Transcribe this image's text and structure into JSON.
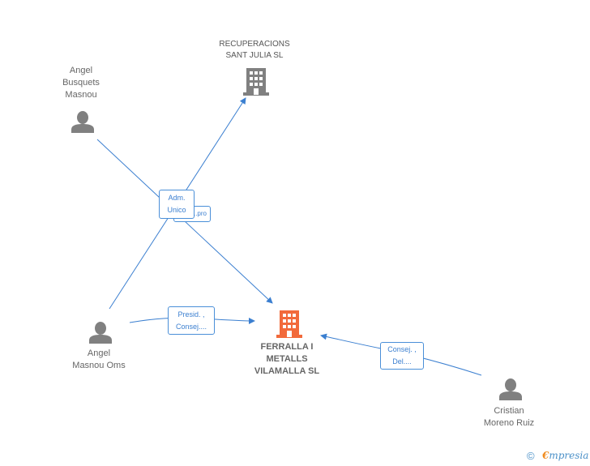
{
  "nodes": {
    "recuperaciones": {
      "line1": "RECUPERACIONS",
      "line2": "SANT JULIA  SL"
    },
    "angel_busquets": {
      "line1": "Angel",
      "line2": "Busquets",
      "line3": "Masnou"
    },
    "angel_masnou": {
      "line1": "Angel",
      "line2": "Masnou Oms"
    },
    "ferralla": {
      "line1": "FERRALLA I",
      "line2": "METALLS",
      "line3": "VILAMALLA SL"
    },
    "cristian": {
      "line1": "Cristian",
      "line2": "Moreno Ruiz"
    }
  },
  "edges": {
    "adm_unico": {
      "line1": "Adm.",
      "line2": "Unico"
    },
    "hidden_label": {
      "text": "...pro"
    },
    "presid": {
      "line1": "Presid. ,",
      "line2": "Consej...."
    },
    "consej_del": {
      "line1": "Consej. ,",
      "line2": "Del...."
    }
  },
  "footer": {
    "copyright": "©",
    "brand_initial": "€",
    "brand_rest": "mpresia"
  },
  "colors": {
    "edge": "#3b7fd0",
    "person": "#808080",
    "company": "#808080",
    "main_company": "#f26a3b"
  }
}
